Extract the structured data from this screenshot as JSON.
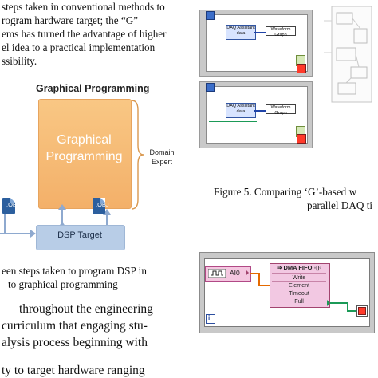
{
  "left_column": {
    "top_paragraph": [
      "steps taken in conventional methods to",
      "rogram hardware target; the “G”",
      "ems has turned the advantage of higher",
      "el idea to a practical implementation",
      "ssibility."
    ],
    "diagram": {
      "title": "Graphical Programming",
      "box_label_line1": "Graphical",
      "box_label_line2": "Programming",
      "side_label_line1": "Domain",
      "side_label_line2": "Expert",
      "obj_left": ".OBJ",
      "obj_right": ".OBJ",
      "target_label": "DSP Target"
    },
    "caption": [
      "een steps taken to program DSP in",
      "to graphical programming"
    ],
    "bottom_paragraph": [
      "throughout   the   engineering",
      "curriculum  that  engaging  stu-",
      "alysis  process  beginning  with",
      "ty  to  target  hardware  ranging"
    ]
  },
  "right_column": {
    "figure5_panels": [
      {
        "daq_label": "DAQ Assistant",
        "daq_sub": "data",
        "graph_label": "Waveform Graph"
      },
      {
        "daq_label": "DAQ Assistant",
        "daq_sub": "data",
        "graph_label": "Waveform Graph"
      }
    ],
    "figure5_caption_line1": "Figure 5.    Comparing ‘G’-based w",
    "figure5_caption_line2": "parallel DAQ ti",
    "fifo_diagram": {
      "ai_label": "AI0",
      "fifo_title": "DMA FIFO",
      "rows": [
        "Write",
        "Element",
        "Timeout",
        "Full"
      ],
      "loop_icon": "i"
    }
  },
  "colors": {
    "gp_box": "#f6bb76",
    "dsp_box": "#b8cde7",
    "obj_icon": "#2c5f9e",
    "wire_orange": "#e56a00",
    "wire_blue": "#2044a8",
    "fifo_node": "#f2c8e2",
    "stop_button": "#ff3a2a"
  },
  "icons": [
    "obj-file-icon",
    "arrow-up-icon",
    "stop-button-icon",
    "waveform-icon",
    "daq-icon",
    "loop-iteration-icon"
  ]
}
